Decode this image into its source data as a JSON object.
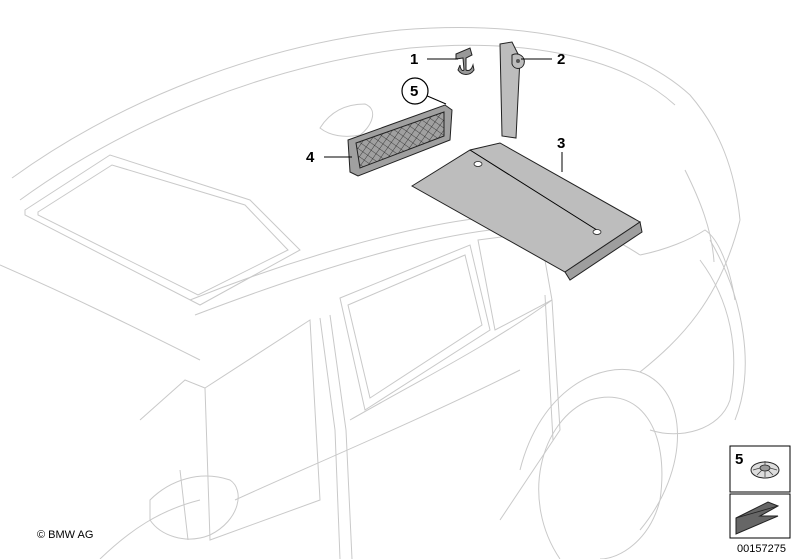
{
  "diagram": {
    "callouts": {
      "c1": "1",
      "c2": "2",
      "c3": "3",
      "c4": "4",
      "c5": "5",
      "legend5": "5"
    },
    "copyright": "© BMW AG",
    "doc_id": "00157275",
    "parts": [
      "bracket-hook",
      "side-trim-panel",
      "floor-panel",
      "luggage-net",
      "expanding-rivet"
    ]
  }
}
